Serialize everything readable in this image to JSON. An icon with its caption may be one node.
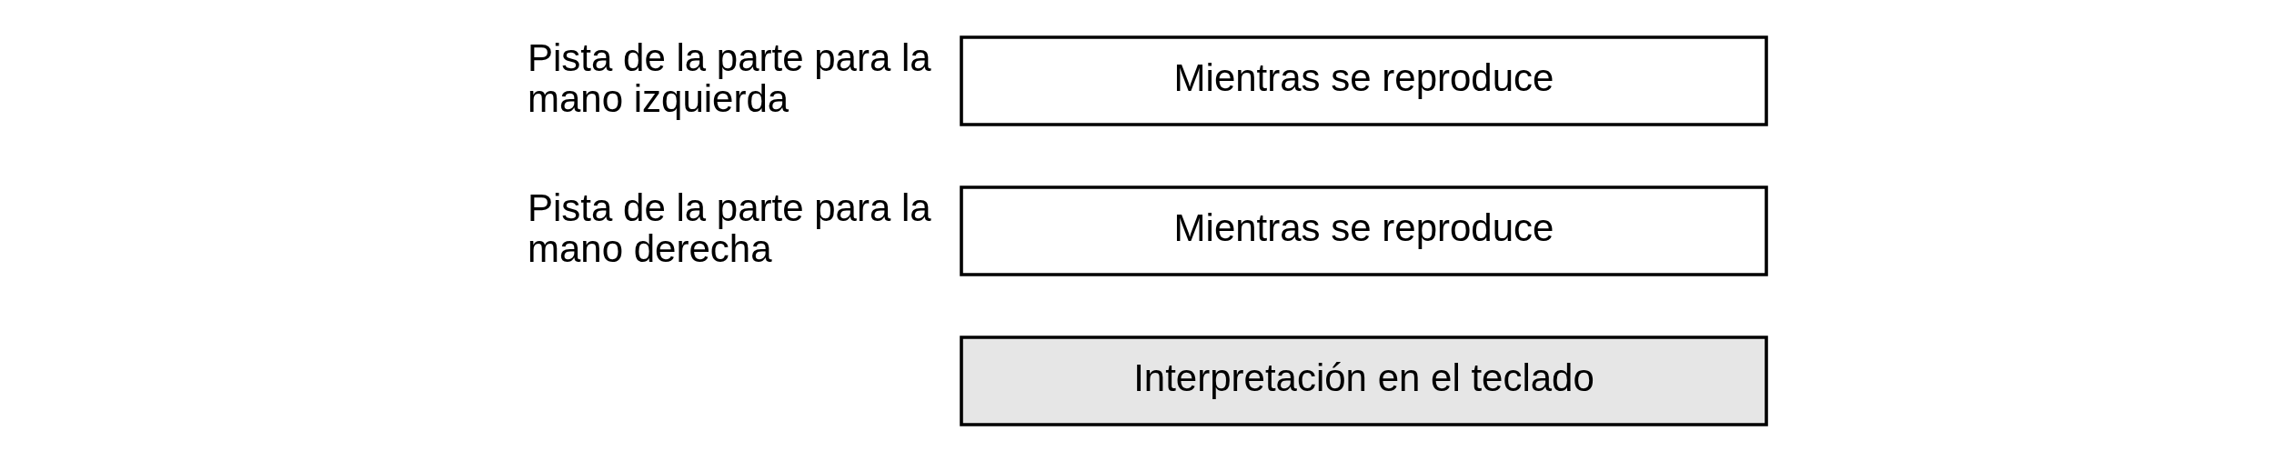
{
  "diagram": {
    "nodes": [
      {
        "text": [
          "Mientras se reproduce"
        ],
        "beside": [
          "Pista de la parte para la mano izquierda"
        ]
      },
      {
        "text": [
          "Mientras se reproduce"
        ],
        "beside": [
          "Pista de la parte para la mano derecha"
        ]
      },
      {
        "text": [
          "Interpretación en el teclado"
        ]
      }
    ]
  }
}
